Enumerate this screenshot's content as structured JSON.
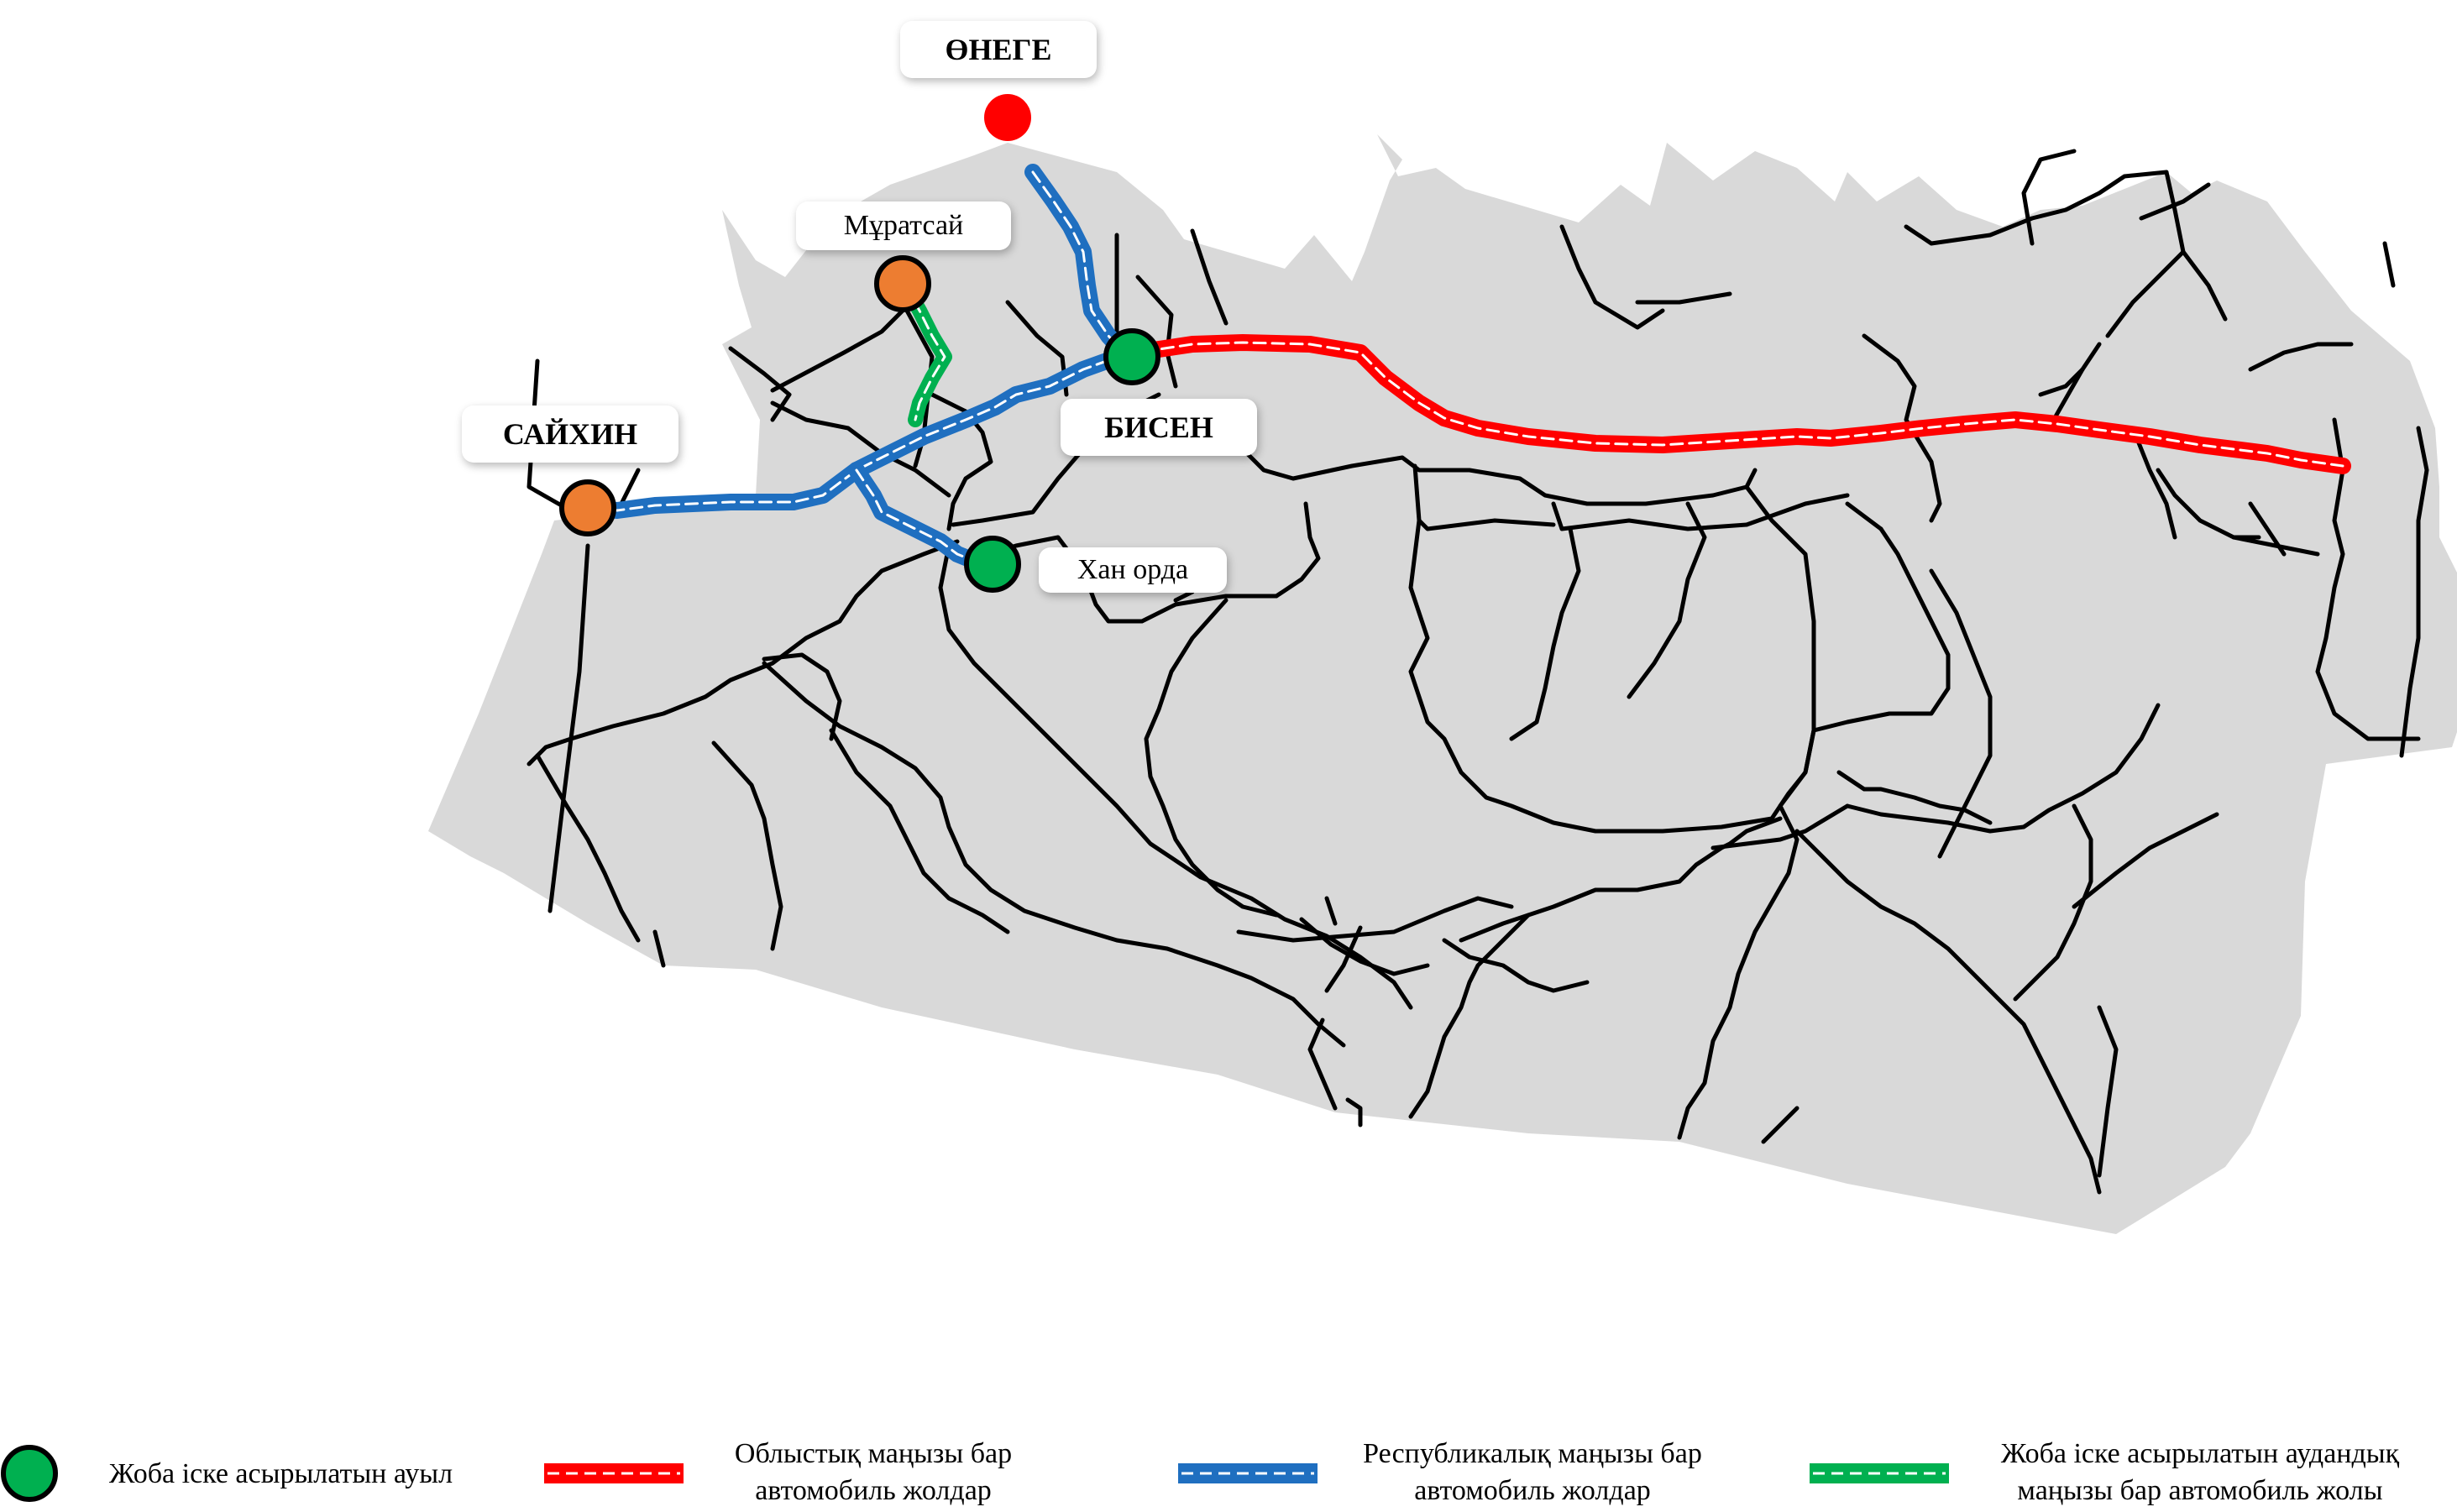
{
  "places": {
    "onege": "ӨНЕГЕ",
    "muratsai": "Мұратсай",
    "saikhin": "САЙХИН",
    "bisen": "БИСЕН",
    "khan_orda": "Хан орда"
  },
  "legend": {
    "village": "Жоба іске асырылатын ауыл",
    "regional_line1": "Облыстық маңызы бар",
    "regional_line2": "автомобиль жолдар",
    "republican_line1": "Республикалық маңызы бар",
    "republican_line2": "автомобиль жолдар",
    "district_line1": "Жоба іске асырылатын аудандық",
    "district_line2": "маңызы бар автомобиль жолы"
  },
  "colors": {
    "territory": "#d9d9d9",
    "local_road": "#000000",
    "regional_road": "#ff0000",
    "republican_road": "#1f6fc0",
    "district_road": "#00b050",
    "project_village": "#00b050",
    "other_village": "#ed7d31",
    "border_point": "#ff0000"
  },
  "icons": {
    "project_village": "green-circle-icon",
    "other_village": "orange-circle-icon",
    "border_point": "red-dot-icon"
  }
}
